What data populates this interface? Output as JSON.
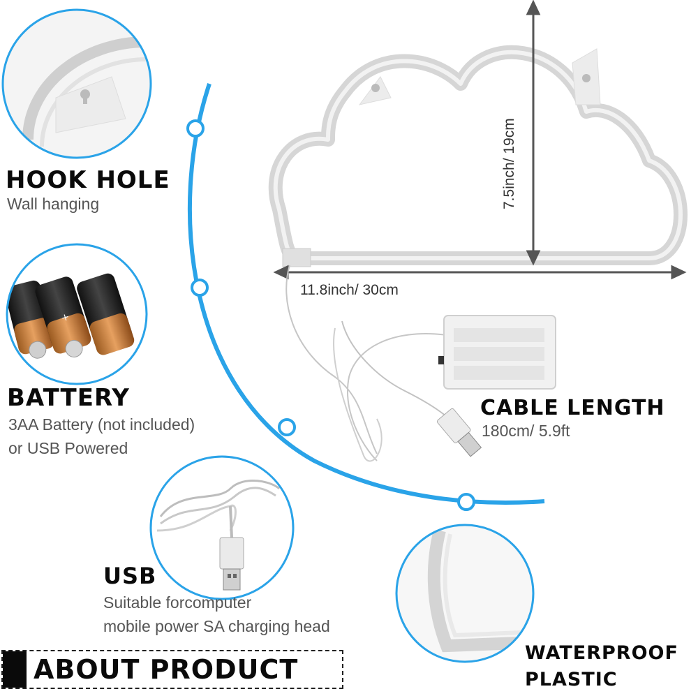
{
  "features": {
    "hook": {
      "title": "HOOK HOLE",
      "subtitle": "Wall hanging"
    },
    "battery": {
      "title": "BATTERY",
      "line1": "3AA Battery (not included)",
      "line2": "or USB Powered"
    },
    "cable": {
      "title": "CABLE LENGTH",
      "subtitle": "180cm/ 5.9ft"
    },
    "usb": {
      "title": "USB",
      "line1": "Suitable forcomputer",
      "line2": "mobile power SA charging head"
    },
    "waterproof": {
      "line1": "WATERPROOF",
      "line2": "PLASTIC"
    }
  },
  "dimensions": {
    "width": "11.8inch/ 30cm",
    "height": "7.5inch/ 19cm"
  },
  "footer": {
    "label": "ABOUT PRODUCT"
  },
  "colors": {
    "accent": "#2aa3e8",
    "circle_border": "#2aa3e8",
    "text": "#111111",
    "subtext": "#555555"
  }
}
